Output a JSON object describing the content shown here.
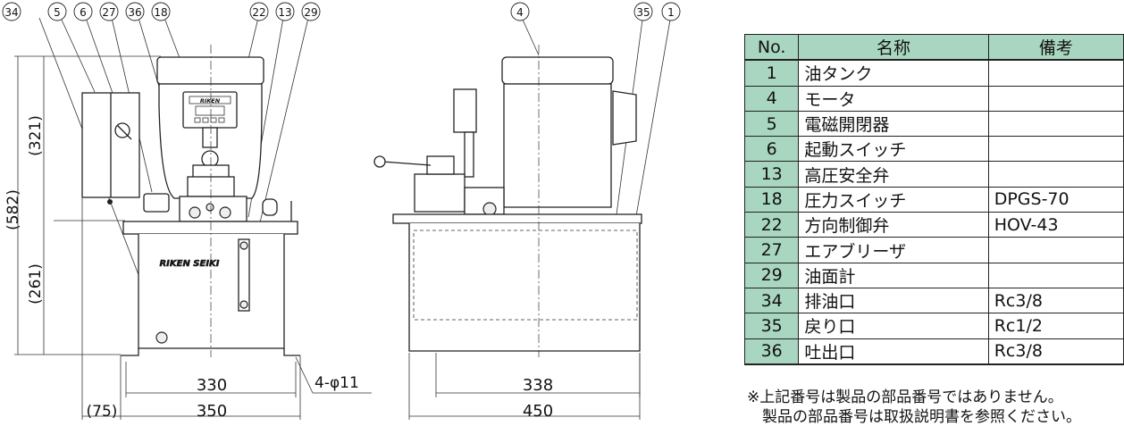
{
  "front_view": {
    "callouts": [
      "34",
      "5",
      "6",
      "27",
      "36",
      "18",
      "22",
      "13",
      "29"
    ],
    "brand_label": "RIKEN SEIKI",
    "gauge_label": "RIKEN",
    "dimensions": {
      "total_height": "(582)",
      "upper_height": "(321)",
      "lower_height": "(261)",
      "hole_pitch": "330",
      "width": "350",
      "overhang": "(75)",
      "mounting_holes": "4-φ11"
    }
  },
  "side_view": {
    "callouts": [
      "4",
      "35",
      "1"
    ],
    "dimensions": {
      "hole_pitch": "338",
      "depth": "450"
    }
  },
  "parts_table": {
    "headers": [
      "No.",
      "名称",
      "備考"
    ],
    "rows": [
      {
        "no": "1",
        "name": "油タンク",
        "remark": ""
      },
      {
        "no": "4",
        "name": "モータ",
        "remark": ""
      },
      {
        "no": "5",
        "name": "電磁開閉器",
        "remark": ""
      },
      {
        "no": "6",
        "name": "起動スイッチ",
        "remark": ""
      },
      {
        "no": "13",
        "name": "高圧安全弁",
        "remark": ""
      },
      {
        "no": "18",
        "name": "圧力スイッチ",
        "remark": "DPGS-70"
      },
      {
        "no": "22",
        "name": "方向制御弁",
        "remark": "HOV-43"
      },
      {
        "no": "27",
        "name": "エアブリーザ",
        "remark": ""
      },
      {
        "no": "29",
        "name": "油面計",
        "remark": ""
      },
      {
        "no": "34",
        "name": "排油口",
        "remark": "Rc3/8"
      },
      {
        "no": "35",
        "name": "戻り口",
        "remark": "Rc1/2"
      },
      {
        "no": "36",
        "name": "吐出口",
        "remark": "Rc3/8"
      }
    ]
  },
  "notes": [
    "※上記番号は製品の部品番号ではありません。",
    "製品の部品番号は取扱説明書を参照ください。"
  ]
}
